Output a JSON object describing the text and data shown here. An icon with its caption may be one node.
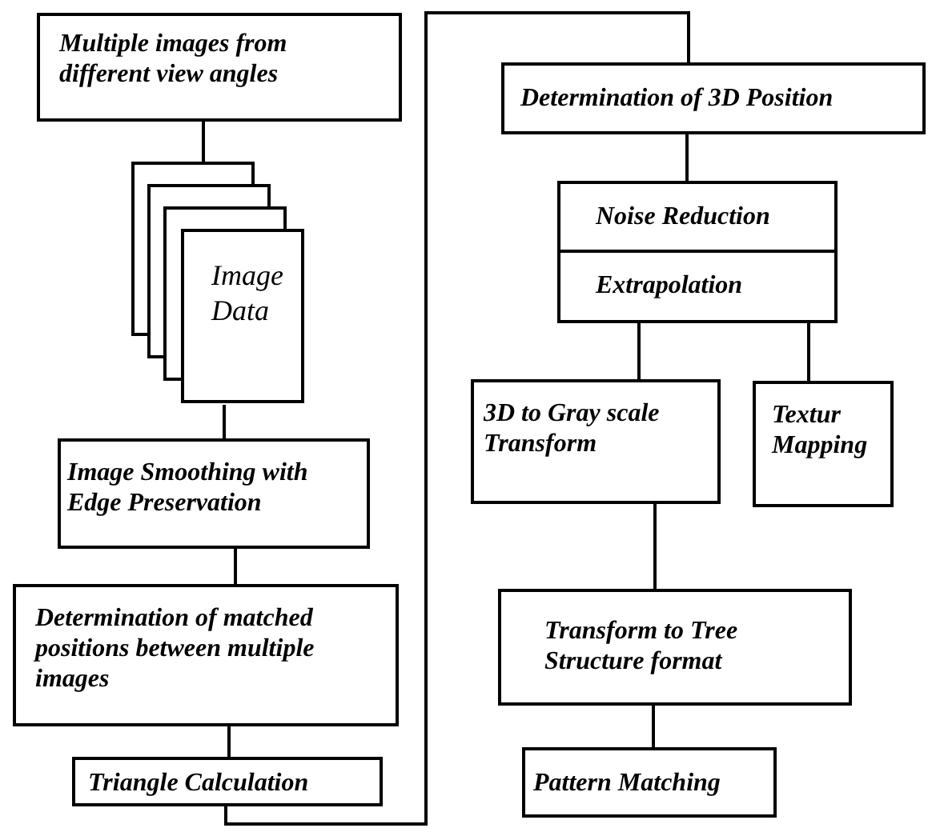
{
  "diagram": {
    "nodes": [
      {
        "text": [
          "Multiple images from different view angles"
        ]
      },
      {
        "text": [
          "Image Data"
        ]
      },
      {
        "text": [
          "Image Smoothing with Edge Preservation"
        ]
      },
      {
        "text": [
          "Determination of matched positions between multiple images"
        ]
      },
      {
        "text": [
          "Triangle Calculation"
        ]
      },
      {
        "text": [
          "Determination of 3D Position"
        ]
      },
      {
        "text": [
          "Noise Reduction"
        ]
      },
      {
        "text": [
          "Extrapolation"
        ]
      },
      {
        "text": [
          "3D to Gray scale Transform"
        ]
      },
      {
        "text": [
          "Textur Mapping"
        ]
      },
      {
        "text": [
          "Transform to Tree Structure format"
        ]
      },
      {
        "text": [
          "Pattern Matching"
        ]
      }
    ],
    "edges": [
      {
        "from": 0,
        "to": 1,
        "arrow": "none"
      },
      {
        "from": 1,
        "to": 2,
        "arrow": "none"
      },
      {
        "from": 2,
        "to": 3,
        "arrow": "none"
      },
      {
        "from": 3,
        "to": 4,
        "arrow": "none"
      },
      {
        "from": 4,
        "to": 5,
        "arrow": "none"
      },
      {
        "from": 5,
        "to": 6,
        "arrow": "none"
      },
      {
        "from": 7,
        "to": 8,
        "arrow": "none"
      },
      {
        "from": 7,
        "to": 9,
        "arrow": "none"
      },
      {
        "from": 8,
        "to": 10,
        "arrow": "none"
      },
      {
        "from": 10,
        "to": 11,
        "arrow": "none"
      }
    ]
  }
}
